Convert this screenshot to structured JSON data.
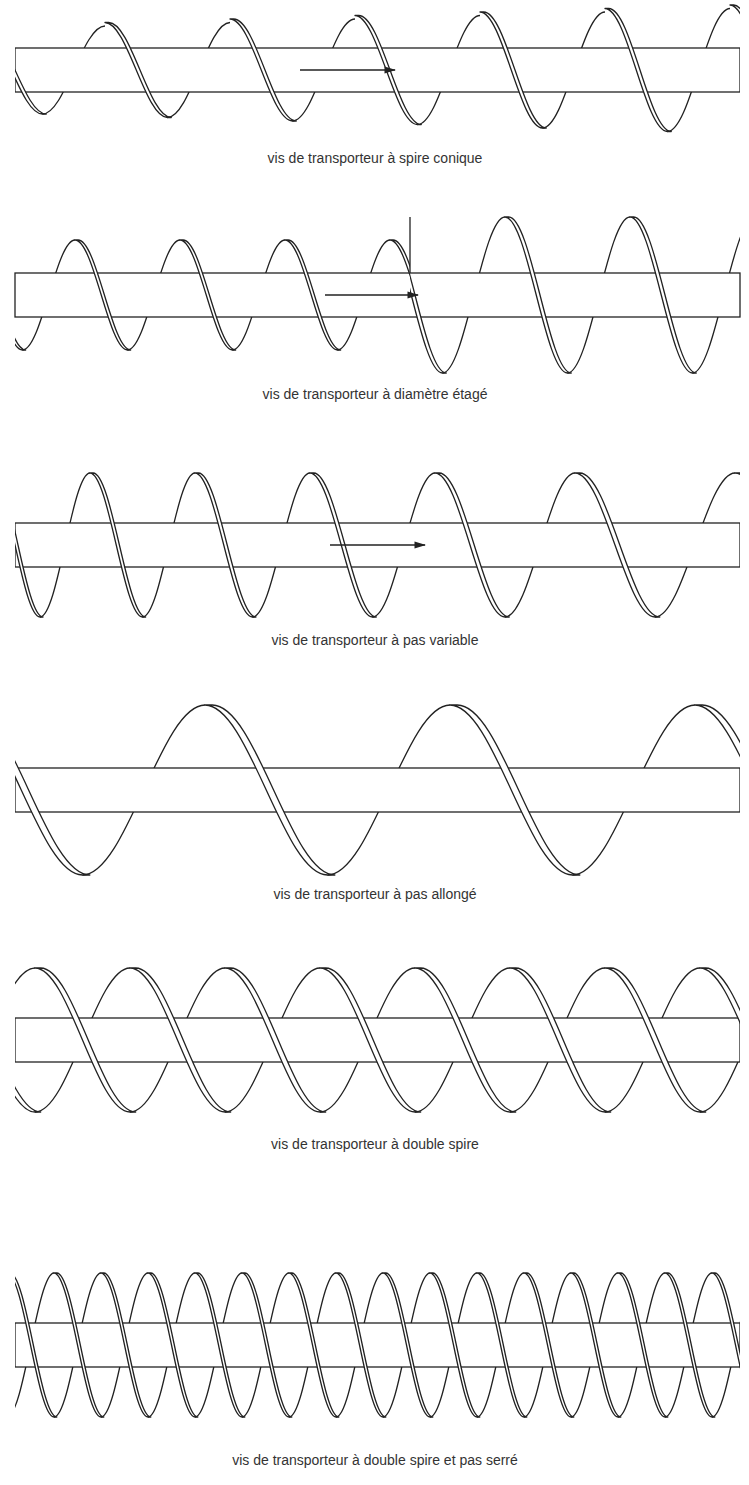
{
  "diagram": {
    "labels": [
      "vis de transporteur à spire conique",
      "vis de transporteur à diamètre étagé",
      "vis de transporteur à pas variable",
      "vis de transporteur à pas allongé",
      "vis de transporteur à double spire",
      "vis de transporteur à double spire et pas serré"
    ]
  }
}
